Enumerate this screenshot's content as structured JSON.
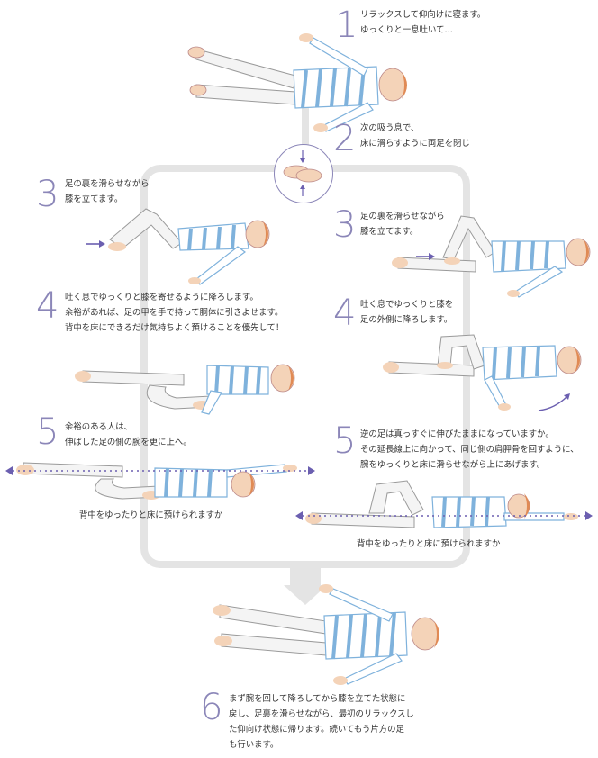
{
  "steps": {
    "s1": {
      "num": "1",
      "lines": [
        "リラックスして仰向けに寝ます。",
        "ゆっくりと一息吐いて…"
      ]
    },
    "s2": {
      "num": "2",
      "lines": [
        "次の吸う息で、",
        "床に滑らすように両足を閉じ"
      ]
    },
    "s3l": {
      "num": "3",
      "lines": [
        "足の裏を滑らせながら",
        "膝を立てます。"
      ]
    },
    "s3r": {
      "num": "3",
      "lines": [
        "足の裏を滑らせながら",
        "膝を立てます。"
      ]
    },
    "s4l": {
      "num": "4",
      "lines": [
        "吐く息でゆっくりと膝を寄せるように降ろします。",
        "余裕があれば、足の甲を手で持って胴体に引きよせます。",
        "背中を床にできるだけ気持ちよく預けることを優先して！"
      ]
    },
    "s4r": {
      "num": "4",
      "lines": [
        "吐く息でゆっくりと膝を",
        "足の外側に降ろします。"
      ]
    },
    "s5l": {
      "num": "5",
      "lines": [
        "余裕のある人は、",
        "伸ばした足の側の腕を更に上へ。"
      ],
      "caption": "背中をゆったりと床に預けられますか"
    },
    "s5r": {
      "num": "5",
      "lines": [
        "逆の足は真っすぐに伸びたままになっていますか。",
        "その延長線上に向かって、同じ側の肩胛骨を回すように、",
        "腕をゆっくりと床に滑らせながら上にあげます。"
      ],
      "caption": "背中をゆったりと床に預けられますか"
    },
    "s6": {
      "num": "6",
      "lines": [
        "まず腕を回して降ろしてから膝を立てた状態に",
        "戻し、足裏を滑らせながら、最初のリラックスし",
        "た仰向け状態に帰ります。続いてもう片方の足",
        "も行います。"
      ]
    }
  },
  "colors": {
    "number": "#8b86b8",
    "arrow": "#6b5fb0",
    "flow": "#e4e4e4",
    "skin": "#f4d3b8",
    "hair": "#e08a55",
    "stripe": "#7fb2dc",
    "pants": "#f4f4f4"
  },
  "icons": [
    "lying-figure-illustration",
    "feet-closeup-illustration",
    "direction-arrow-icon",
    "dotted-stretch-arrow-icon",
    "flow-arrow-icon"
  ]
}
